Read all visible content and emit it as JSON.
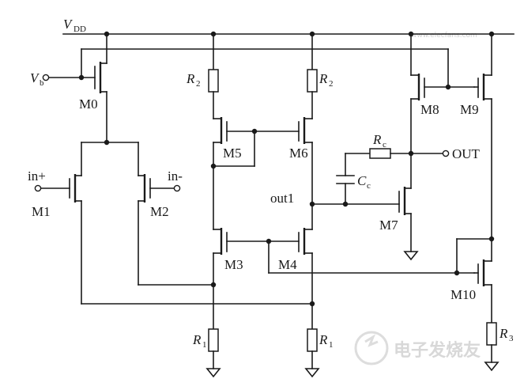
{
  "labels": {
    "vdd": "V",
    "vdd_sub": "DD",
    "vb": "V",
    "vb_sub": "b",
    "in_plus": "in+",
    "in_minus": "in-",
    "m0": "M0",
    "m1": "M1",
    "m2": "M2",
    "m3": "M3",
    "m4": "M4",
    "m5": "M5",
    "m6": "M6",
    "m7": "M7",
    "m8": "M8",
    "m9": "M9",
    "m10": "M10",
    "r2_left": "R",
    "r2_left_sub": "2",
    "r2_right": "R",
    "r2_right_sub": "2",
    "r1_left": "R",
    "r1_left_sub": "1",
    "r1_right": "R",
    "r1_right_sub": "1",
    "r3": "R",
    "r3_sub": "3",
    "rc": "R",
    "rc_sub": "c",
    "cc": "C",
    "cc_sub": "c",
    "out1": "out1",
    "out": "OUT"
  },
  "watermark": {
    "text": "电子发烧友",
    "url": "www.elecfans.com"
  }
}
